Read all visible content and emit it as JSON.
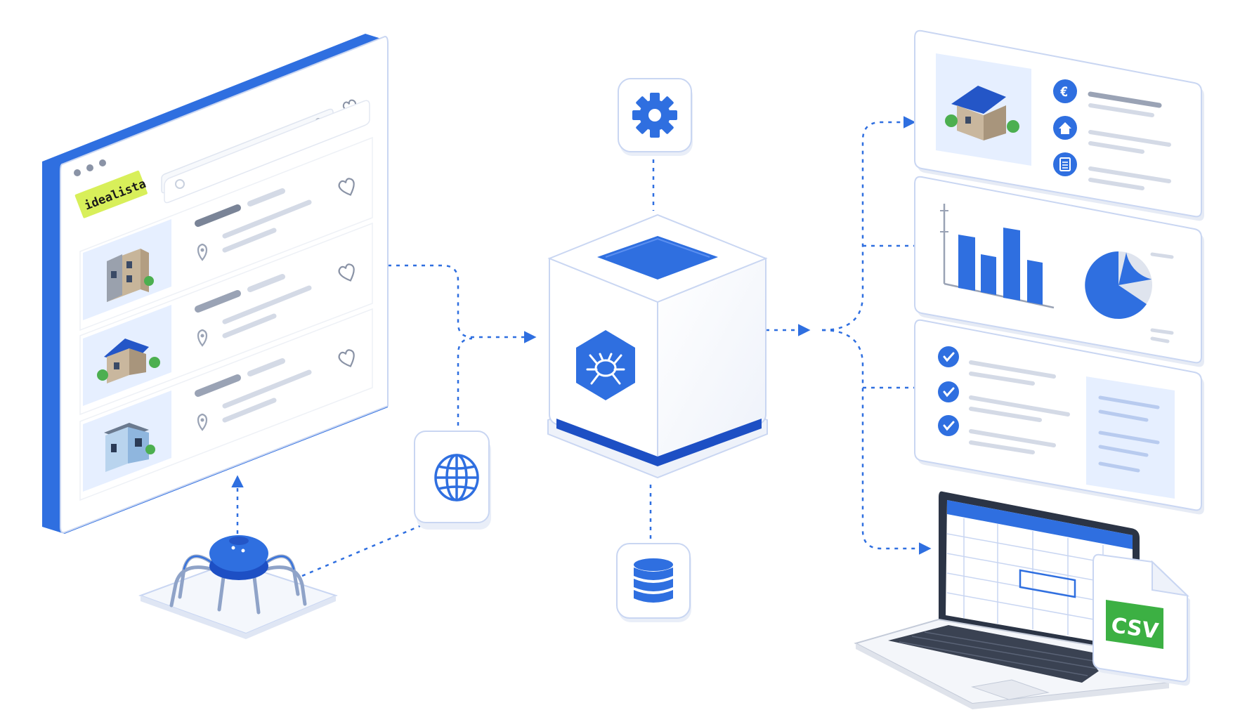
{
  "website": {
    "logo_text": "idealista",
    "listing_count": 3
  },
  "outputs": {
    "file_badge": "CSV",
    "icons": [
      "euro-icon",
      "home-icon",
      "document-icon"
    ]
  },
  "colors": {
    "accent": "#2f6fe0",
    "accent_dark": "#1d4fc4",
    "logo_bg": "#d8ef5a",
    "csv_green": "#3cb043",
    "outline": "#c9d6f2",
    "muted_line": "#d4dae6",
    "dark_line": "#7a8497"
  }
}
